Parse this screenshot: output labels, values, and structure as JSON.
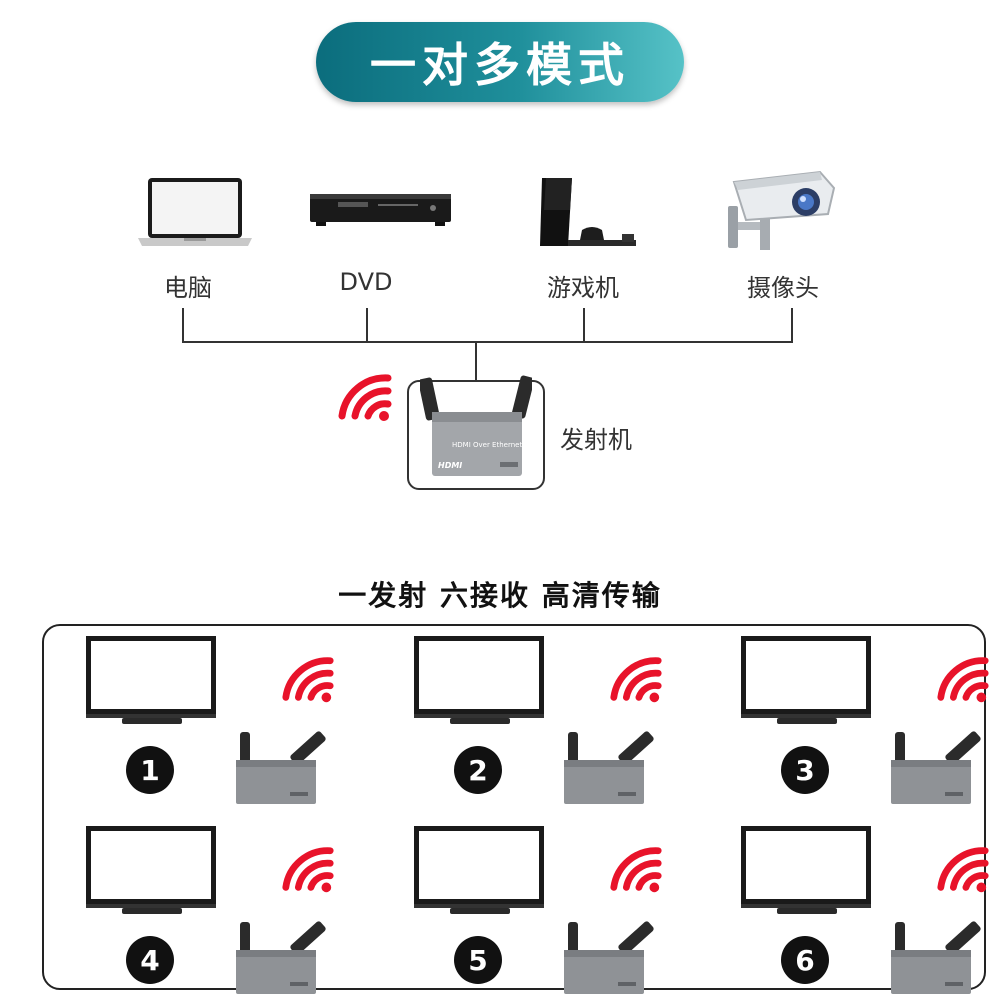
{
  "title": "一对多模式",
  "sources": [
    {
      "label": "电脑",
      "icon": "laptop-icon"
    },
    {
      "label": "DVD",
      "icon": "dvd-player-icon"
    },
    {
      "label": "游戏机",
      "icon": "game-console-icon"
    },
    {
      "label": "摄像头",
      "icon": "security-camera-icon"
    }
  ],
  "transmitter": {
    "label": "发射机",
    "device_text": "HDMI Over Ethernet",
    "logo_text": "HDMI"
  },
  "subtitle": "一发射  六接收 高清传输",
  "receivers": [
    {
      "number": "1"
    },
    {
      "number": "2"
    },
    {
      "number": "3"
    },
    {
      "number": "4"
    },
    {
      "number": "5"
    },
    {
      "number": "6"
    }
  ],
  "colors": {
    "accent": "#1f8f9b",
    "signal": "#e8132a",
    "line": "#333333"
  }
}
